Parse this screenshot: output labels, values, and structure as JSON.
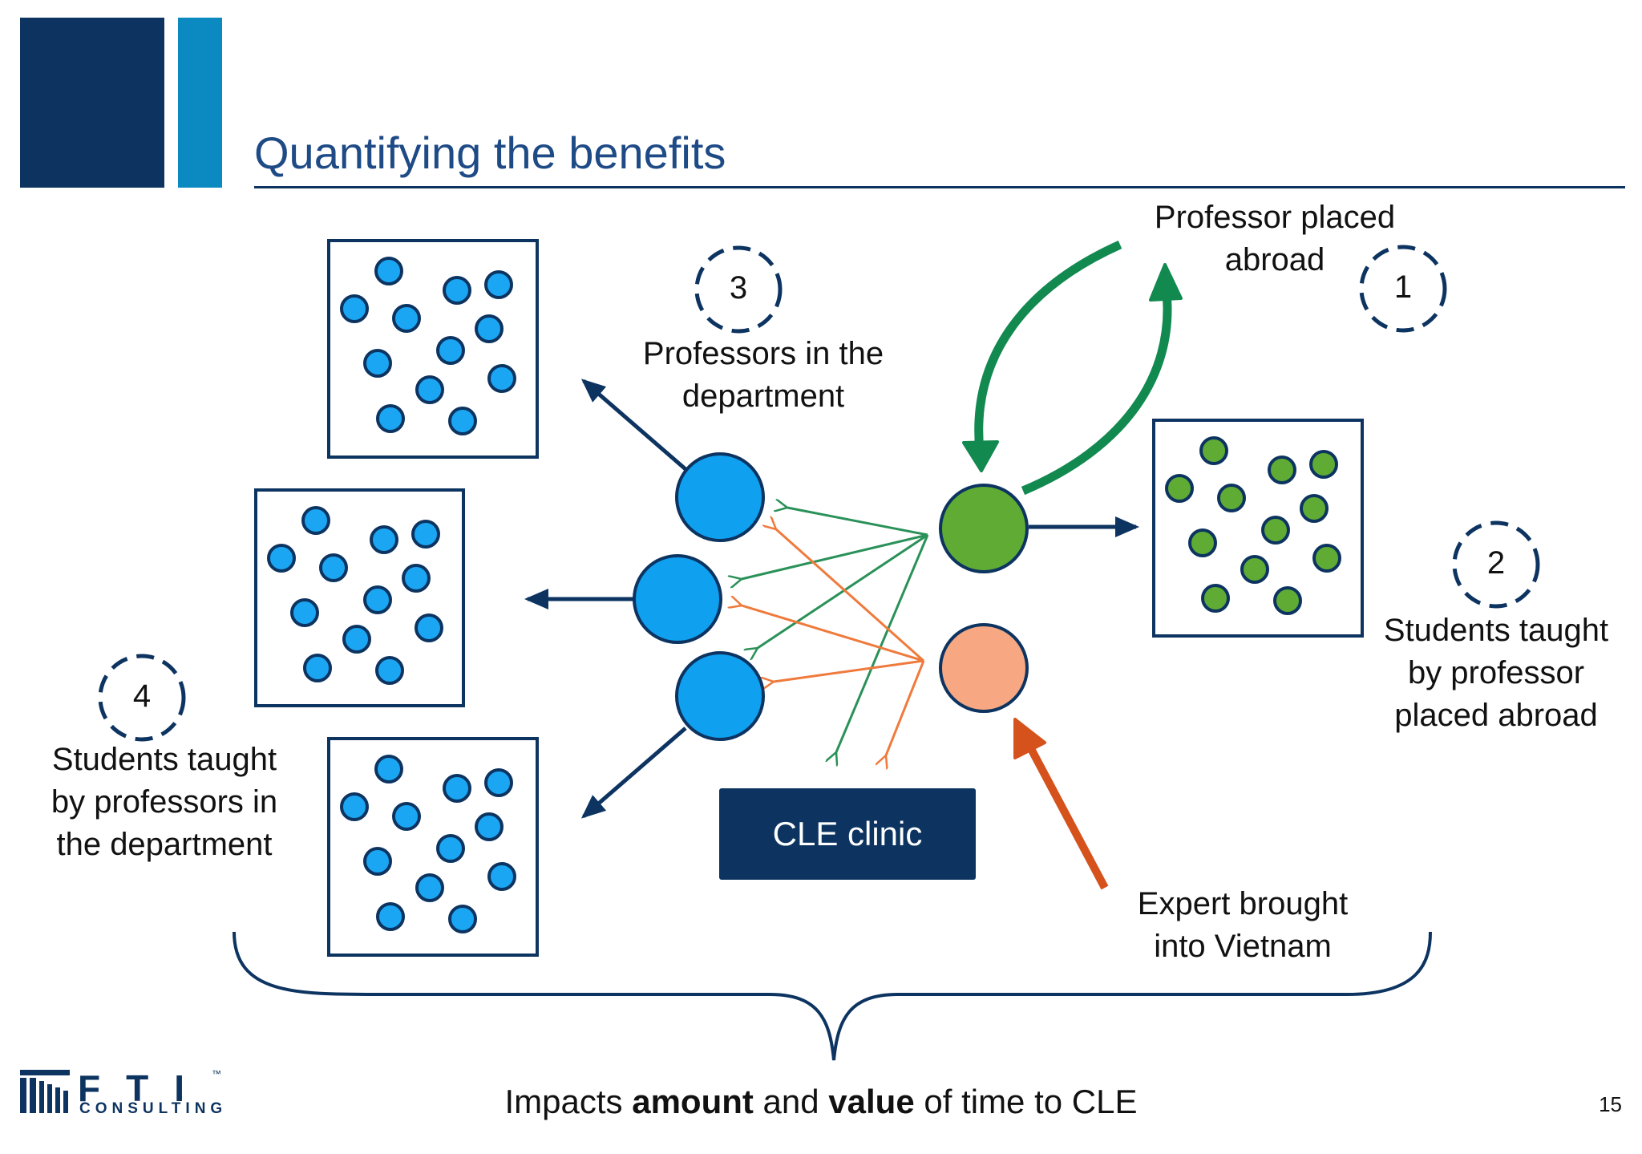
{
  "title": "Quantifying the benefits",
  "labels": {
    "professor_placed_abroad": "Professor placed\nabroad",
    "professors_in_department": "Professors in the\ndepartment",
    "students_taught_abroad": "Students taught\nby professor\nplaced abroad",
    "students_taught_department": "Students taught\nby professors in\nthe department",
    "expert_brought": "Expert brought\ninto Vietnam"
  },
  "numbers": {
    "one": "1",
    "two": "2",
    "three": "3",
    "four": "4"
  },
  "cle_clinic": "CLE clinic",
  "impact": {
    "part1": "Impacts ",
    "bold1": "amount",
    "part2": " and ",
    "bold2": "value",
    "part3": " of time to CLE"
  },
  "page_number": "15",
  "logo": {
    "letters": "FTI",
    "subtitle": "CONSULTING",
    "tm": "™"
  },
  "colors": {
    "navy": "#0d3461",
    "light_blue_block": "#0b8ac2",
    "title_blue": "#1e4a86",
    "professor_blue": "#0fa0f0",
    "student_blue": "#1aa6f2",
    "green": "#5fab34",
    "dark_green_arrow": "#11894f",
    "salmon": "#f7a883",
    "orange_arrow": "#d6521c",
    "thin_orange": "#ef7a3c",
    "thin_green": "#2a9158"
  },
  "icons": [
    "fti-logo-icon"
  ]
}
